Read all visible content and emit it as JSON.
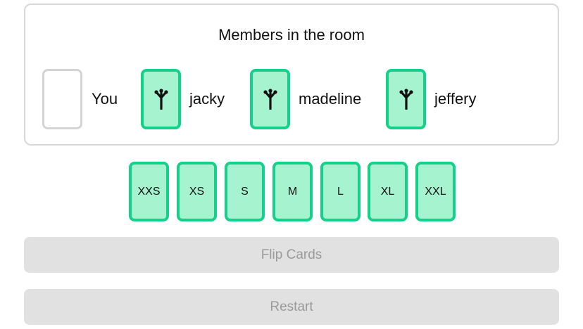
{
  "room": {
    "title": "Members in the room",
    "members": [
      {
        "name": "You",
        "has_voted": false
      },
      {
        "name": "jacky",
        "has_voted": true
      },
      {
        "name": "madeline",
        "has_voted": true
      },
      {
        "name": "jeffery",
        "has_voted": true
      }
    ]
  },
  "vote_options": [
    "XXS",
    "XS",
    "S",
    "M",
    "L",
    "XL",
    "XXL"
  ],
  "actions": {
    "flip_label": "Flip Cards",
    "restart_label": "Restart"
  },
  "colors": {
    "card_fill": "#a6f3d0",
    "card_border": "#14d189",
    "button_bg": "#e1e1e1",
    "button_text": "#9a9a9a",
    "panel_border": "#d8d8d8"
  },
  "icons": {
    "voted_card": "branch-icon"
  }
}
